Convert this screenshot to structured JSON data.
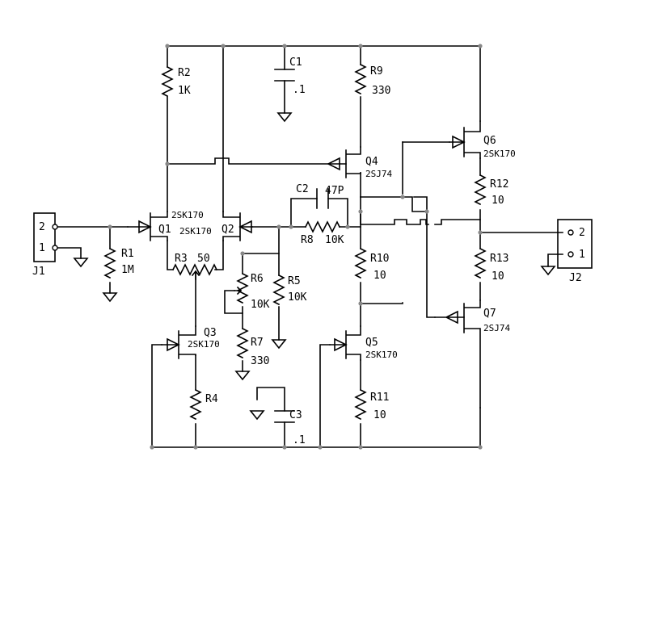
{
  "schematic": {
    "J1": {
      "ref": "J1",
      "pin2": "2",
      "pin1": "1"
    },
    "J2": {
      "ref": "J2",
      "pin2": "2",
      "pin1": "1"
    },
    "R1": {
      "ref": "R1",
      "value": "1M"
    },
    "R2": {
      "ref": "R2",
      "value": "1K"
    },
    "R3": {
      "ref": "R3",
      "value": "50"
    },
    "R4": {
      "ref": "R4",
      "value": ""
    },
    "R5": {
      "ref": "R5",
      "value": "10K"
    },
    "R6": {
      "ref": "R6",
      "value": "10K"
    },
    "R7": {
      "ref": "R7",
      "value": "330"
    },
    "R8": {
      "ref": "R8",
      "value": "10K"
    },
    "R9": {
      "ref": "R9",
      "value": "330"
    },
    "R10": {
      "ref": "R10",
      "value": "10"
    },
    "R11": {
      "ref": "R11",
      "value": "10"
    },
    "R12": {
      "ref": "R12",
      "value": "10"
    },
    "R13": {
      "ref": "R13",
      "value": "10"
    },
    "C1": {
      "ref": "C1",
      "value": ".1"
    },
    "C2": {
      "ref": "C2",
      "value": "47P"
    },
    "C3": {
      "ref": "C3",
      "value": ".1"
    },
    "Q1": {
      "ref": "Q1",
      "part": "2SK170"
    },
    "Q2": {
      "ref": "Q2",
      "part": "2SK170"
    },
    "Q3": {
      "ref": "Q3",
      "part": "2SK170"
    },
    "Q4": {
      "ref": "Q4",
      "part": "2SJ74"
    },
    "Q5": {
      "ref": "Q5",
      "part": "2SK170"
    },
    "Q6": {
      "ref": "Q6",
      "part": "2SK170"
    },
    "Q7": {
      "ref": "Q7",
      "part": "2SJ74"
    }
  }
}
